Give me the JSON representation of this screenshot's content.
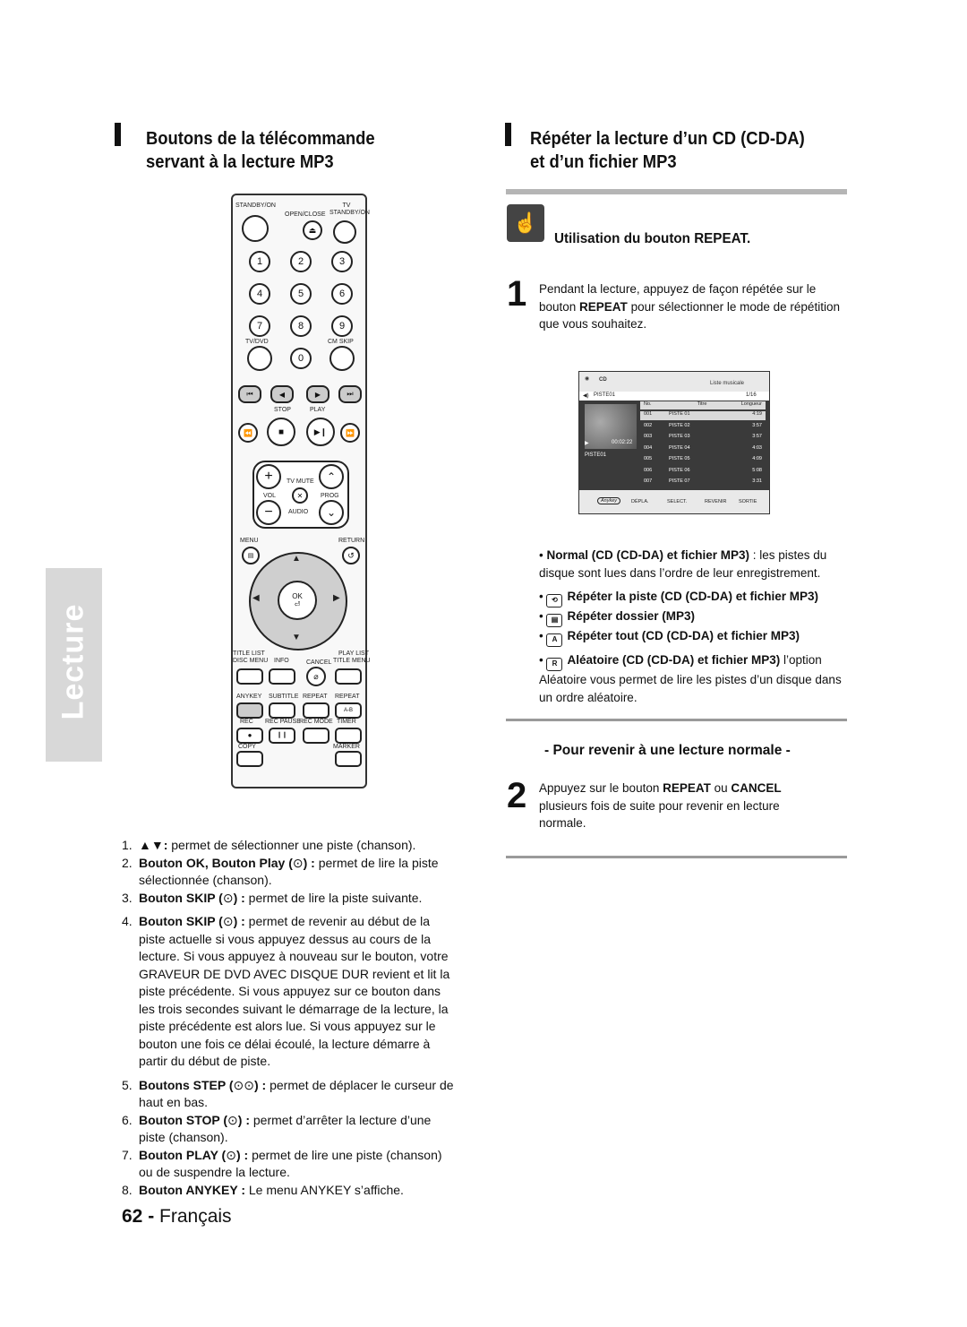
{
  "left": {
    "heading_line1": "Boutons de la télécommande",
    "heading_line2": "servant à la lecture MP3",
    "items": [
      {
        "n": "1.",
        "bold": "▲▼:",
        "text": " permet de sélectionner une piste (chanson)."
      },
      {
        "n": "2.",
        "bold": "Bouton OK, Bouton Play (",
        "bold2": ") :",
        "text": " permet de lire la piste sélectionnée (chanson)."
      },
      {
        "n": "3.",
        "bold": "Bouton SKIP (",
        "bold2": ") :",
        "text": " permet de lire la piste suivante."
      },
      {
        "n": "4.",
        "bold": "Bouton SKIP (",
        "bold2": ") :",
        "text": " permet de revenir au début de la piste actuelle si vous appuyez dessus au cours de la lecture. Si vous appuyez à nouveau sur le bouton, votre GRAVEUR DE DVD AVEC DISQUE DUR revient et lit la piste précédente. Si vous appuyez sur ce bouton dans les trois secondes suivant le démarrage de la lecture, la piste précédente est alors lue. Si vous appuyez sur le bouton une fois ce délai écoulé, la lecture démarre à partir du début de piste."
      },
      {
        "n": "5.",
        "bold": "Boutons STEP (",
        "bold2": ") :",
        "text": " permet de déplacer le curseur de haut en bas."
      },
      {
        "n": "6.",
        "bold": "Bouton STOP (",
        "bold2": ") :",
        "text": " permet d’arrêter la lecture d’une piste (chanson)."
      },
      {
        "n": "7.",
        "bold": "Bouton PLAY (",
        "bold2": ") :",
        "text": " permet de lire une piste (chanson) ou de suspendre la lecture."
      },
      {
        "n": "8.",
        "bold": "Bouton ANYKEY :",
        "text": " Le menu ANYKEY s’affiche."
      }
    ]
  },
  "remote": {
    "standby": "STANDBY/ON",
    "open_close": "OPEN/CLOSE",
    "tv_standby": "TV STANDBY/ON",
    "digits": [
      "1",
      "2",
      "3",
      "4",
      "5",
      "6",
      "7",
      "8",
      "9",
      "0"
    ],
    "tv_dvd": "TV/DVD",
    "cm_skip": "CM SKIP",
    "stop": "STOP",
    "play": "PLAY",
    "tv_mute": "TV MUTE",
    "vol": "VOL",
    "prog": "PROG",
    "audio": "AUDIO",
    "menu": "MENU",
    "return": "RETURN",
    "ok": "OK",
    "title_list": "TITLE LIST",
    "disc_menu": "DISC MENU",
    "info": "INFO",
    "cancel": "CANCEL",
    "play_list": "PLAY LIST",
    "title_menu": "TITLE MENU",
    "anykey": "ANYKEY",
    "subtitle": "SUBTITLE",
    "repeat": "REPEAT",
    "repeat2": "REPEAT",
    "ab": "A-B",
    "rec": "REC",
    "rec_pause": "REC PAUSE",
    "rec_mode": "REC MODE",
    "timer": "TIMER",
    "copy": "COPY",
    "marker": "MARKER"
  },
  "right": {
    "heading_line1": "Répéter la lecture d’un CD (CD-DA)",
    "heading_line2": "et d’un fichier MP3",
    "sub_heading": "Utilisation du bouton REPEAT.",
    "step1_num": "1",
    "step1_a": "Pendant la lecture, appuyez de façon répétée sur le bouton ",
    "step1_b": "REPEAT",
    "step1_c": " pour sélectionner le mode de répétition que vous souhaitez.",
    "screen": {
      "cd": "CD",
      "liste": "Liste musicale",
      "piste_top": "PISTE01",
      "count": "1/16",
      "col_no": "No.",
      "col_titre": "Titre",
      "col_longueur": "Longueur",
      "time": "00:02:22",
      "current": "PISTE01",
      "rows": [
        {
          "no": "001",
          "title": "PISTE 01",
          "len": "4:19"
        },
        {
          "no": "002",
          "title": "PISTE 02",
          "len": "3:57"
        },
        {
          "no": "003",
          "title": "PISTE 03",
          "len": "3:57"
        },
        {
          "no": "004",
          "title": "PISTE 04",
          "len": "4:03"
        },
        {
          "no": "005",
          "title": "PISTE 05",
          "len": "4:09"
        },
        {
          "no": "006",
          "title": "PISTE 06",
          "len": "5:08"
        },
        {
          "no": "007",
          "title": "PISTE 07",
          "len": "3:31"
        }
      ],
      "anykey": "Anykey",
      "depla": "DÉPLA.",
      "select": "SELECT.",
      "revenir": "REVENIR",
      "sortie": "SORTIE"
    },
    "normal_bold": "Normal (CD (CD-DA) et fichier MP3)",
    "normal_text": " : les pistes du disque sont lues dans l’ordre de leur enregistrement.",
    "repeat_piste": "Répéter la piste (CD (CD-DA) et fichier MP3)",
    "repeat_dossier": "Répéter dossier (MP3)",
    "repeat_tout": "Répéter tout (CD (CD-DA) et fichier MP3)",
    "aleatoire_bold": "Aléatoire (CD (CD-DA) et fichier MP3)",
    "aleatoire_text": " l’option Aléatoire vous permet de lire les pistes d’un disque dans un ordre aléatoire.",
    "pour_revenir": "- Pour revenir à une lecture normale -",
    "step2_num": "2",
    "step2_a": "Appuyez sur le bouton ",
    "step2_b": "REPEAT",
    "step2_c": " ou ",
    "step2_d": "CANCEL",
    "step2_e": " plusieurs fois de suite pour revenir en lecture normale."
  },
  "side_tab": "Lecture",
  "footer": {
    "page": "62 -",
    "lang": "Français"
  }
}
